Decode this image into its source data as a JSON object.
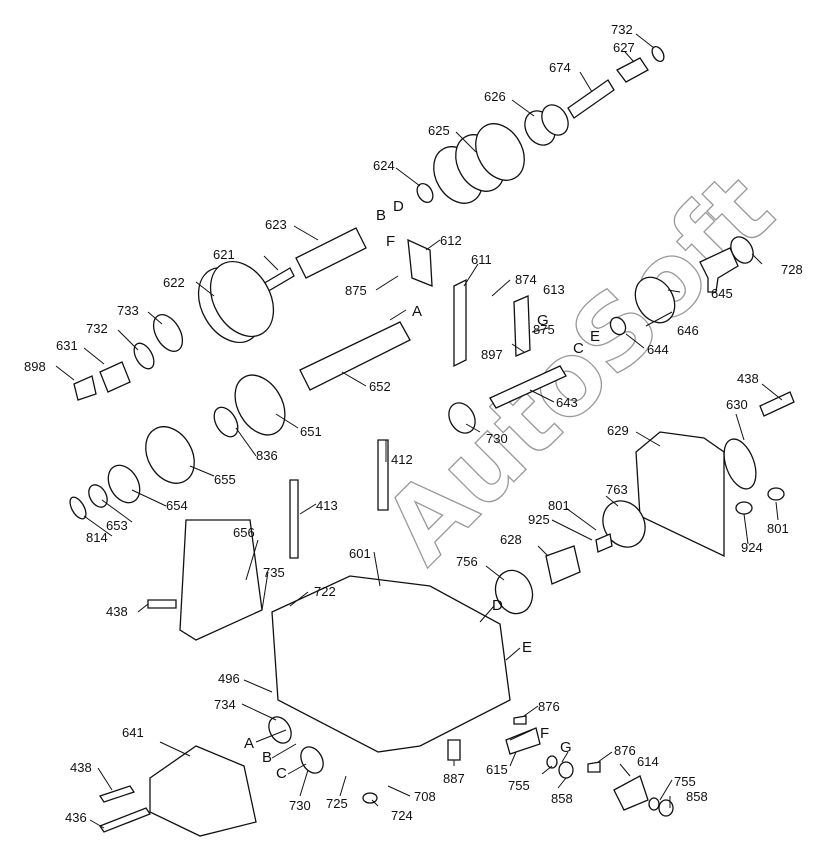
{
  "labels": {
    "p732a": "732",
    "p627": "627",
    "p674": "674",
    "p626": "626",
    "p625": "625",
    "p624": "624",
    "pB1": "B",
    "pD1": "D",
    "p623": "623",
    "pF1": "F",
    "p612": "612",
    "p621": "621",
    "p622": "622",
    "p611": "611",
    "p874": "874",
    "p613": "613",
    "p728": "728",
    "p875a": "875",
    "p645": "645",
    "p733": "733",
    "pA1": "A",
    "pG1": "G",
    "p875b": "875",
    "pE1": "E",
    "p646": "646",
    "p732b": "732",
    "p631": "631",
    "p897": "897",
    "pC1": "C",
    "p644": "644",
    "p898": "898",
    "p652": "652",
    "p438a": "438",
    "p643": "643",
    "p630": "630",
    "p651": "651",
    "p730a": "730",
    "p629": "629",
    "p836": "836",
    "p412": "412",
    "p655": "655",
    "p654": "654",
    "p413": "413",
    "p763": "763",
    "p801a": "801",
    "p925": "925",
    "p814": "814",
    "p653": "653",
    "p801b": "801",
    "p924": "924",
    "p656": "656",
    "p601": "601",
    "p628": "628",
    "p735": "735",
    "p756": "756",
    "p438b": "438",
    "p722": "722",
    "pD2": "D",
    "pE2": "E",
    "p496": "496",
    "p876a": "876",
    "p734": "734",
    "pF2": "F",
    "pA2": "A",
    "p641": "641",
    "pG2": "G",
    "p876b": "876",
    "pB2": "B",
    "p614": "614",
    "p438c": "438",
    "pC2": "C",
    "p887": "887",
    "p615": "615",
    "p755a": "755",
    "p755b": "755",
    "p858a": "858",
    "p858b": "858",
    "p730b": "730",
    "p725": "725",
    "p708": "708",
    "p436": "436",
    "p724": "724"
  },
  "watermark": "AutoSoft"
}
